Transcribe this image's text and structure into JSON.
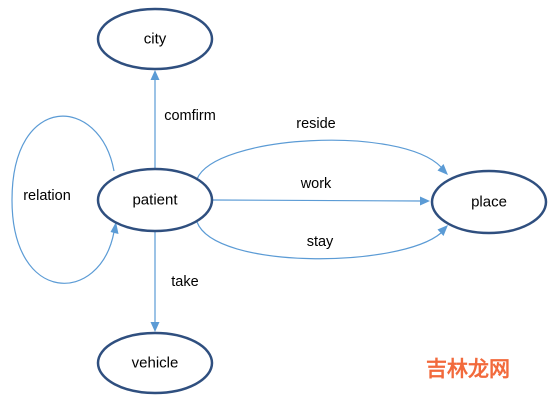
{
  "nodes": {
    "city": "city",
    "patient": "patient",
    "place": "place",
    "vehicle": "vehicle"
  },
  "edges": {
    "confirm": "comfirm",
    "reside": "reside",
    "work": "work",
    "stay": "stay",
    "take": "take",
    "relation": "relation"
  },
  "watermark": "吉林龙网",
  "colors": {
    "node_border": "#2f4f7f",
    "edge": "#5b9bd5",
    "watermark": "#f26a3c"
  }
}
